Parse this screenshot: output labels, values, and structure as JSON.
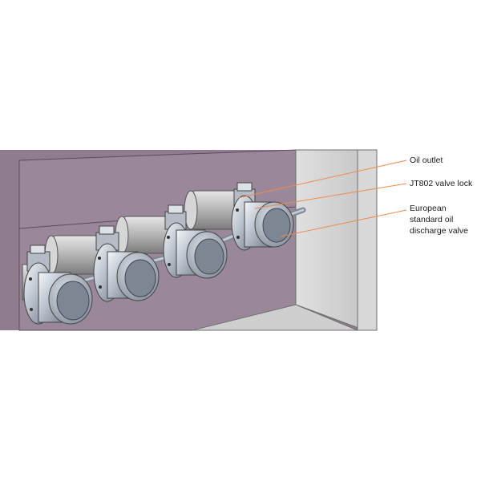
{
  "labels": {
    "oil_outlet": "Oil outlet",
    "valve_lock": "JT802 valve lock",
    "discharge_valve": "European standard oil discharge valve"
  },
  "colors": {
    "enclosure_panel": "#8f7c8e",
    "enclosure_side": "#c9c9c9",
    "leader_line": "#f08a4b",
    "valve_metal": "#aeb8c4",
    "pipe_metal": "#c4c4c4"
  }
}
